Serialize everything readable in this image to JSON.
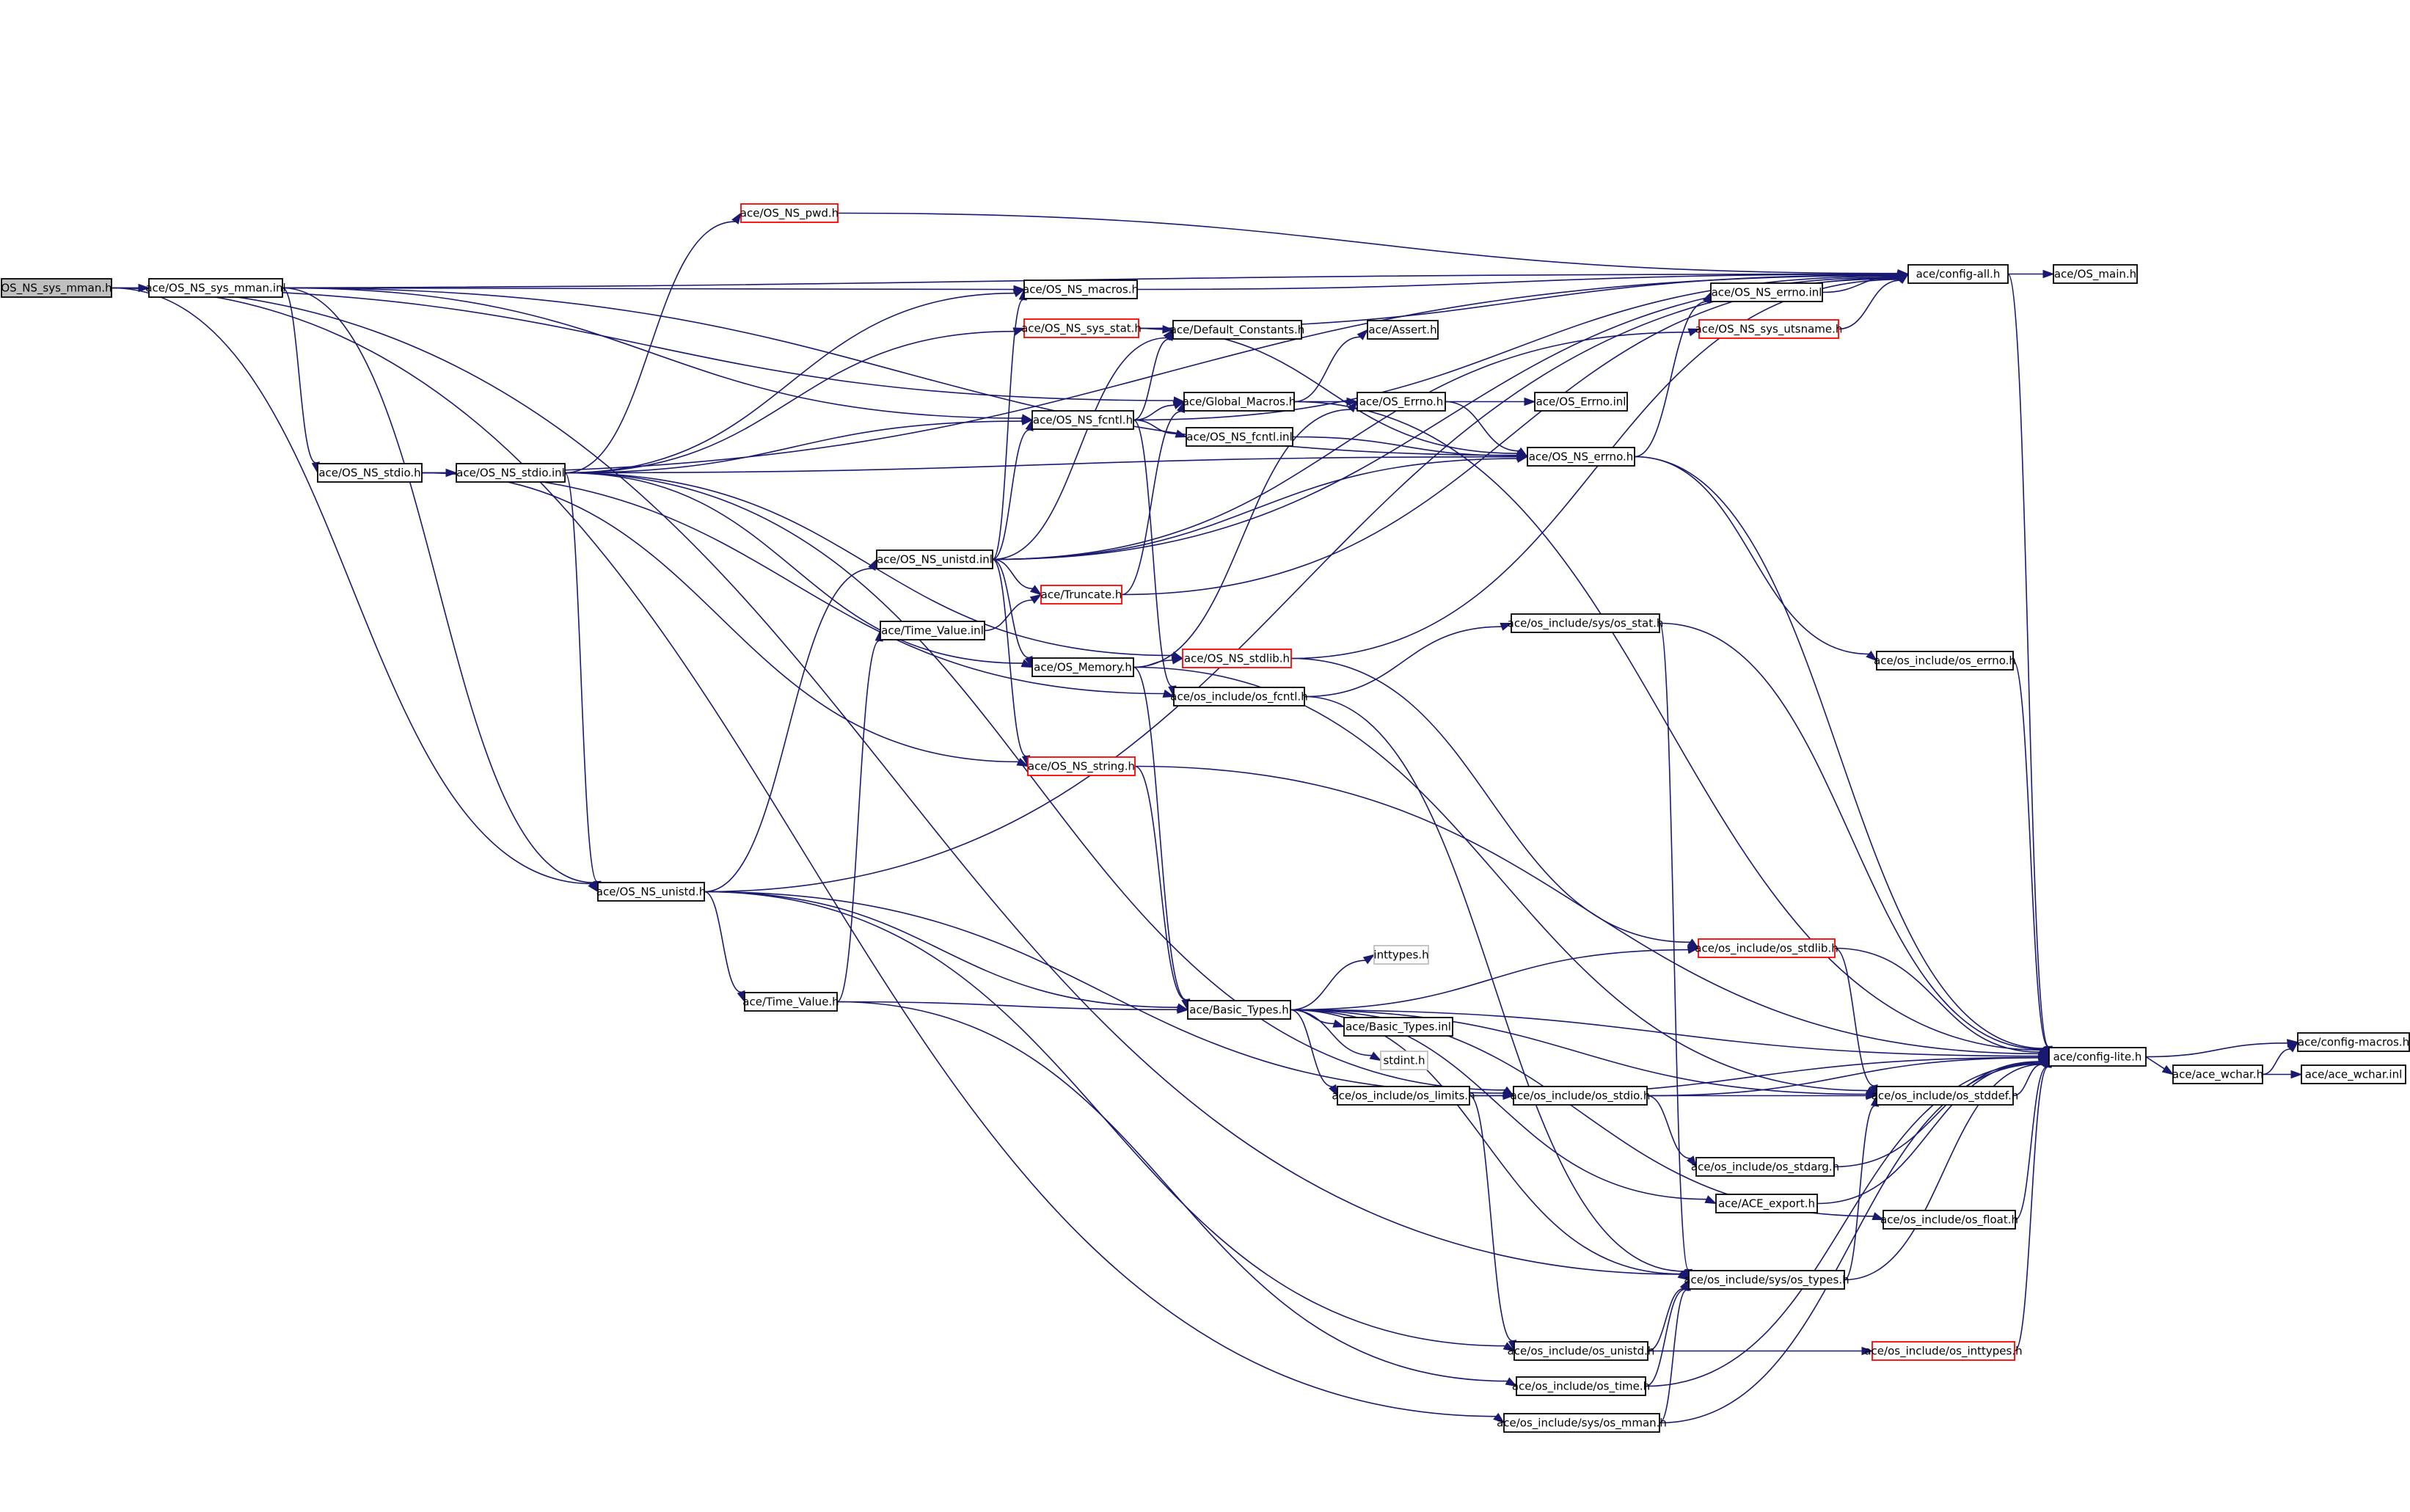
{
  "nodes": [
    {
      "id": "root",
      "label": "OS_NS_sys_mman.h",
      "style": "root"
    },
    {
      "id": "sys_mman_inl",
      "label": "ace/OS_NS_sys_mman.inl",
      "style": "normal"
    },
    {
      "id": "pwd",
      "label": "ace/OS_NS_pwd.h",
      "style": "red"
    },
    {
      "id": "macros",
      "label": "ace/OS_NS_macros.h",
      "style": "normal"
    },
    {
      "id": "sys_stat",
      "label": "ace/OS_NS_sys_stat.h",
      "style": "red"
    },
    {
      "id": "default_constants",
      "label": "ace/Default_Constants.h",
      "style": "normal"
    },
    {
      "id": "assert",
      "label": "ace/Assert.h",
      "style": "normal"
    },
    {
      "id": "global_macros",
      "label": "ace/Global_Macros.h",
      "style": "normal"
    },
    {
      "id": "os_errno_h",
      "label": "ace/OS_Errno.h",
      "style": "normal"
    },
    {
      "id": "os_errno_inl",
      "label": "ace/OS_Errno.inl",
      "style": "normal"
    },
    {
      "id": "ns_fcntl_h",
      "label": "ace/OS_NS_fcntl.h",
      "style": "normal"
    },
    {
      "id": "ns_fcntl_inl",
      "label": "ace/OS_NS_fcntl.inl",
      "style": "normal"
    },
    {
      "id": "ns_errno_h",
      "label": "ace/OS_NS_errno.h",
      "style": "normal"
    },
    {
      "id": "ns_errno_inl",
      "label": "ace/OS_NS_errno.inl",
      "style": "normal"
    },
    {
      "id": "utsname",
      "label": "ace/OS_NS_sys_utsname.h",
      "style": "red"
    },
    {
      "id": "config_all",
      "label": "ace/config-all.h",
      "style": "normal"
    },
    {
      "id": "os_main",
      "label": "ace/OS_main.h",
      "style": "normal"
    },
    {
      "id": "ns_stdio_h",
      "label": "ace/OS_NS_stdio.h",
      "style": "normal"
    },
    {
      "id": "ns_stdio_inl",
      "label": "ace/OS_NS_stdio.inl",
      "style": "normal"
    },
    {
      "id": "ns_unistd_inl",
      "label": "ace/OS_NS_unistd.inl",
      "style": "normal"
    },
    {
      "id": "truncate",
      "label": "ace/Truncate.h",
      "style": "red"
    },
    {
      "id": "time_value_inl",
      "label": "ace/Time_Value.inl",
      "style": "normal"
    },
    {
      "id": "os_memory",
      "label": "ace/OS_Memory.h",
      "style": "normal"
    },
    {
      "id": "ns_stdlib",
      "label": "ace/OS_NS_stdlib.h",
      "style": "red"
    },
    {
      "id": "inc_sys_stat",
      "label": "ace/os_include/sys/os_stat.h",
      "style": "normal"
    },
    {
      "id": "inc_fcntl",
      "label": "ace/os_include/os_fcntl.h",
      "style": "normal"
    },
    {
      "id": "inc_errno",
      "label": "ace/os_include/os_errno.h",
      "style": "normal"
    },
    {
      "id": "ns_string",
      "label": "ace/OS_NS_string.h",
      "style": "red"
    },
    {
      "id": "ns_unistd_h",
      "label": "ace/OS_NS_unistd.h",
      "style": "normal"
    },
    {
      "id": "time_value_h",
      "label": "ace/Time_Value.h",
      "style": "normal"
    },
    {
      "id": "inttypes",
      "label": "inttypes.h",
      "style": "grey"
    },
    {
      "id": "inc_stdlib",
      "label": "ace/os_include/os_stdlib.h",
      "style": "red"
    },
    {
      "id": "basic_types_h",
      "label": "ace/Basic_Types.h",
      "style": "normal"
    },
    {
      "id": "basic_types_inl",
      "label": "ace/Basic_Types.inl",
      "style": "normal"
    },
    {
      "id": "stdint",
      "label": "stdint.h",
      "style": "grey"
    },
    {
      "id": "config_lite",
      "label": "ace/config-lite.h",
      "style": "normal"
    },
    {
      "id": "config_macros",
      "label": "ace/config-macros.h",
      "style": "normal"
    },
    {
      "id": "ace_wchar_h",
      "label": "ace/ace_wchar.h",
      "style": "normal"
    },
    {
      "id": "ace_wchar_inl",
      "label": "ace/ace_wchar.inl",
      "style": "normal"
    },
    {
      "id": "inc_limits",
      "label": "ace/os_include/os_limits.h",
      "style": "normal"
    },
    {
      "id": "inc_stdio",
      "label": "ace/os_include/os_stdio.h",
      "style": "normal"
    },
    {
      "id": "inc_stddef",
      "label": "ace/os_include/os_stddef.h",
      "style": "normal"
    },
    {
      "id": "inc_stdarg",
      "label": "ace/os_include/os_stdarg.h",
      "style": "normal"
    },
    {
      "id": "ace_export",
      "label": "ace/ACE_export.h",
      "style": "normal"
    },
    {
      "id": "inc_float",
      "label": "ace/os_include/os_float.h",
      "style": "normal"
    },
    {
      "id": "inc_sys_types",
      "label": "ace/os_include/sys/os_types.h",
      "style": "normal"
    },
    {
      "id": "inc_unistd",
      "label": "ace/os_include/os_unistd.h",
      "style": "normal"
    },
    {
      "id": "inc_inttypes",
      "label": "ace/os_include/os_inttypes.h",
      "style": "red"
    },
    {
      "id": "inc_time",
      "label": "ace/os_include/os_time.h",
      "style": "normal"
    },
    {
      "id": "inc_sys_mman",
      "label": "ace/os_include/sys/os_mman.h",
      "style": "normal"
    }
  ],
  "edges": [
    [
      "root",
      "sys_mman_inl"
    ],
    [
      "root",
      "config_all"
    ],
    [
      "root",
      "global_macros"
    ],
    [
      "root",
      "ns_unistd_h"
    ],
    [
      "root",
      "inc_sys_types"
    ],
    [
      "root",
      "inc_sys_mman"
    ],
    [
      "sys_mman_inl",
      "macros"
    ],
    [
      "sys_mman_inl",
      "ns_fcntl_h"
    ],
    [
      "sys_mman_inl",
      "ns_stdio_h"
    ],
    [
      "sys_mman_inl",
      "ns_unistd_h"
    ],
    [
      "sys_mman_inl",
      "ns_errno_h"
    ],
    [
      "pwd",
      "config_all"
    ],
    [
      "macros",
      "config_all"
    ],
    [
      "sys_stat",
      "default_constants"
    ],
    [
      "sys_stat",
      "config_all"
    ],
    [
      "sys_stat",
      "ns_errno_h"
    ],
    [
      "global_macros",
      "assert"
    ],
    [
      "global_macros",
      "os_errno_h"
    ],
    [
      "global_macros",
      "config_lite"
    ],
    [
      "os_errno_h",
      "os_errno_inl"
    ],
    [
      "os_errno_h",
      "ns_errno_h"
    ],
    [
      "ns_fcntl_h",
      "global_macros"
    ],
    [
      "ns_fcntl_h",
      "ns_fcntl_inl"
    ],
    [
      "ns_fcntl_h",
      "default_constants"
    ],
    [
      "ns_fcntl_h",
      "config_all"
    ],
    [
      "ns_fcntl_h",
      "inc_fcntl"
    ],
    [
      "ns_fcntl_inl",
      "ns_errno_h"
    ],
    [
      "ns_errno_h",
      "ns_errno_inl"
    ],
    [
      "ns_errno_h",
      "inc_errno"
    ],
    [
      "ns_errno_h",
      "config_lite"
    ],
    [
      "ns_errno_inl",
      "config_all"
    ],
    [
      "utsname",
      "config_all"
    ],
    [
      "config_all",
      "os_main"
    ],
    [
      "config_all",
      "config_lite"
    ],
    [
      "ns_stdio_h",
      "ns_stdio_inl"
    ],
    [
      "ns_stdio_h",
      "config_all"
    ],
    [
      "ns_stdio_h",
      "inc_fcntl"
    ],
    [
      "ns_stdio_h",
      "ns_string"
    ],
    [
      "ns_stdio_inl",
      "pwd"
    ],
    [
      "ns_stdio_inl",
      "macros"
    ],
    [
      "ns_stdio_inl",
      "sys_stat"
    ],
    [
      "ns_stdio_inl",
      "ns_fcntl_h"
    ],
    [
      "ns_stdio_inl",
      "ns_errno_h"
    ],
    [
      "ns_stdio_inl",
      "ns_stdlib"
    ],
    [
      "ns_stdio_inl",
      "os_memory"
    ],
    [
      "ns_stdio_inl",
      "ns_unistd_h"
    ],
    [
      "ns_stdio_inl",
      "inc_stdio"
    ],
    [
      "ns_unistd_inl",
      "macros"
    ],
    [
      "ns_unistd_inl",
      "ns_fcntl_h"
    ],
    [
      "ns_unistd_inl",
      "default_constants"
    ],
    [
      "ns_unistd_inl",
      "truncate"
    ],
    [
      "ns_unistd_inl",
      "os_memory"
    ],
    [
      "ns_unistd_inl",
      "ns_string"
    ],
    [
      "ns_unistd_inl",
      "ns_errno_h"
    ],
    [
      "ns_unistd_inl",
      "utsname"
    ],
    [
      "ns_unistd_inl",
      "config_all"
    ],
    [
      "truncate",
      "global_macros"
    ],
    [
      "truncate",
      "config_all"
    ],
    [
      "time_value_inl",
      "truncate"
    ],
    [
      "os_memory",
      "ns_stdlib"
    ],
    [
      "os_memory",
      "os_errno_h"
    ],
    [
      "os_memory",
      "basic_types_h"
    ],
    [
      "os_memory",
      "inc_stddef"
    ],
    [
      "ns_stdlib",
      "config_all"
    ],
    [
      "ns_stdlib",
      "inc_stdlib"
    ],
    [
      "inc_sys_stat",
      "inc_sys_types"
    ],
    [
      "inc_sys_stat",
      "config_lite"
    ],
    [
      "inc_fcntl",
      "inc_sys_stat"
    ],
    [
      "inc_fcntl",
      "inc_sys_types"
    ],
    [
      "inc_errno",
      "config_lite"
    ],
    [
      "ns_string",
      "basic_types_h"
    ],
    [
      "ns_string",
      "config_lite"
    ],
    [
      "ns_unistd_h",
      "ns_unistd_inl"
    ],
    [
      "ns_unistd_h",
      "time_value_h"
    ],
    [
      "ns_unistd_h",
      "basic_types_h"
    ],
    [
      "ns_unistd_h",
      "config_all"
    ],
    [
      "ns_unistd_h",
      "inc_stdio"
    ],
    [
      "ns_unistd_h",
      "inc_unistd"
    ],
    [
      "time_value_h",
      "time_value_inl"
    ],
    [
      "time_value_h",
      "basic_types_h"
    ],
    [
      "time_value_h",
      "inc_time"
    ],
    [
      "inc_stdlib",
      "config_lite"
    ],
    [
      "inc_stdlib",
      "inc_stddef"
    ],
    [
      "basic_types_h",
      "inttypes"
    ],
    [
      "basic_types_h",
      "inc_stdlib"
    ],
    [
      "basic_types_h",
      "basic_types_inl"
    ],
    [
      "basic_types_h",
      "stdint"
    ],
    [
      "basic_types_h",
      "inc_limits"
    ],
    [
      "basic_types_h",
      "config_lite"
    ],
    [
      "basic_types_h",
      "inc_stddef"
    ],
    [
      "basic_types_h",
      "ace_export"
    ],
    [
      "basic_types_h",
      "inc_float"
    ],
    [
      "basic_types_h",
      "inc_sys_types"
    ],
    [
      "config_lite",
      "config_macros"
    ],
    [
      "config_lite",
      "ace_wchar_h"
    ],
    [
      "ace_wchar_h",
      "config_macros"
    ],
    [
      "ace_wchar_h",
      "ace_wchar_inl"
    ],
    [
      "inc_limits",
      "inc_stdio"
    ],
    [
      "inc_limits",
      "config_lite"
    ],
    [
      "inc_limits",
      "inc_unistd"
    ],
    [
      "inc_stdio",
      "inc_stddef"
    ],
    [
      "inc_stdio",
      "inc_stdarg"
    ],
    [
      "inc_stdio",
      "config_lite"
    ],
    [
      "inc_stddef",
      "config_lite"
    ],
    [
      "inc_stdarg",
      "config_lite"
    ],
    [
      "ace_export",
      "config_lite"
    ],
    [
      "inc_float",
      "config_lite"
    ],
    [
      "inc_sys_types",
      "inc_stddef"
    ],
    [
      "inc_sys_types",
      "config_lite"
    ],
    [
      "inc_unistd",
      "inc_inttypes"
    ],
    [
      "inc_unistd",
      "inc_sys_types"
    ],
    [
      "inc_inttypes",
      "config_lite"
    ],
    [
      "inc_time",
      "inc_sys_types"
    ],
    [
      "inc_time",
      "config_lite"
    ],
    [
      "inc_sys_mman",
      "inc_sys_types"
    ],
    [
      "inc_sys_mman",
      "config_lite"
    ]
  ]
}
